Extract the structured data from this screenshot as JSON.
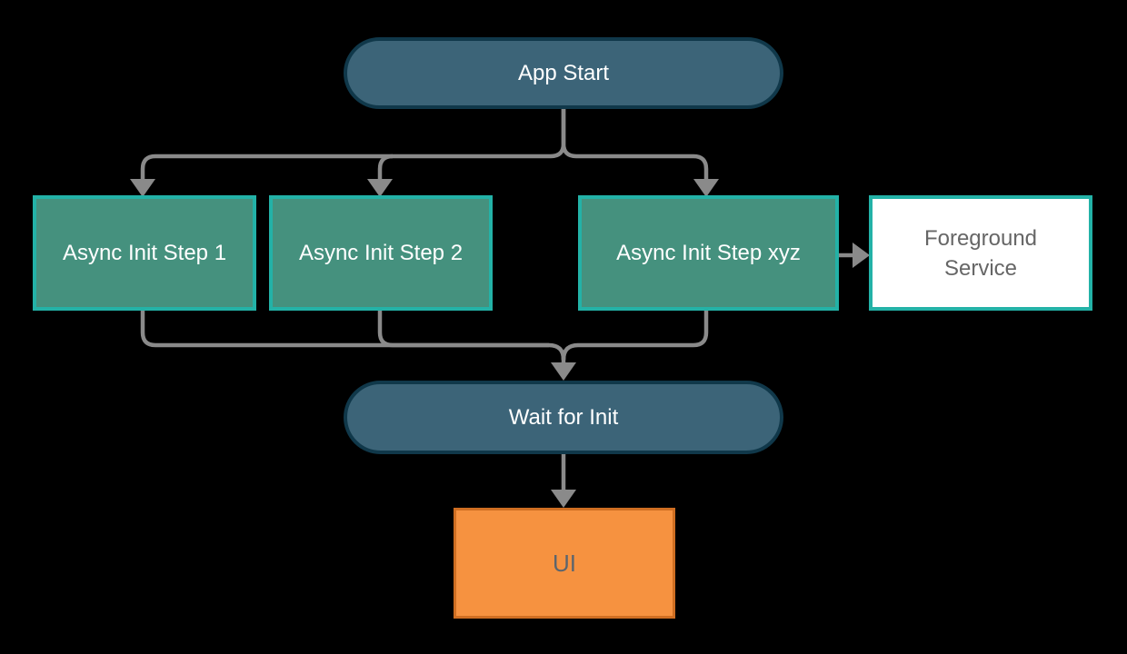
{
  "diagram": {
    "type": "flowchart",
    "nodes": {
      "app_start": {
        "label": "App Start",
        "shape": "pill"
      },
      "step1": {
        "label": "Async Init Step 1",
        "shape": "rect"
      },
      "step2": {
        "label": "Async Init Step 2",
        "shape": "rect"
      },
      "stepxyz": {
        "label": "Async Init Step xyz",
        "shape": "rect"
      },
      "foreground_service": {
        "label": "Foreground Service",
        "shape": "rect"
      },
      "wait_for_init": {
        "label": "Wait for Init",
        "shape": "pill"
      },
      "ui": {
        "label": "UI",
        "shape": "rect"
      }
    },
    "edges": [
      {
        "from": "App Start",
        "to": "Async Init Step 1"
      },
      {
        "from": "App Start",
        "to": "Async Init Step 2"
      },
      {
        "from": "App Start",
        "to": "Async Init Step xyz"
      },
      {
        "from": "Async Init Step xyz",
        "to": "Foreground Service"
      },
      {
        "from": "Async Init Step 1",
        "to": "Wait for Init"
      },
      {
        "from": "Async Init Step 2",
        "to": "Wait for Init"
      },
      {
        "from": "Async Init Step xyz",
        "to": "Wait for Init"
      },
      {
        "from": "Wait for Init",
        "to": "UI"
      }
    ],
    "colors": {
      "background": "#000000",
      "pill_fill": "#3c6478",
      "pill_border": "#10384a",
      "green_fill": "#45917e",
      "teal_border": "#23b2a7",
      "white_fill": "#ffffff",
      "orange_fill": "#f69240",
      "orange_border": "#cf6e22",
      "arrow": "#8a8a8a",
      "light_text": "#ffffff",
      "dark_text": "#666666"
    }
  }
}
